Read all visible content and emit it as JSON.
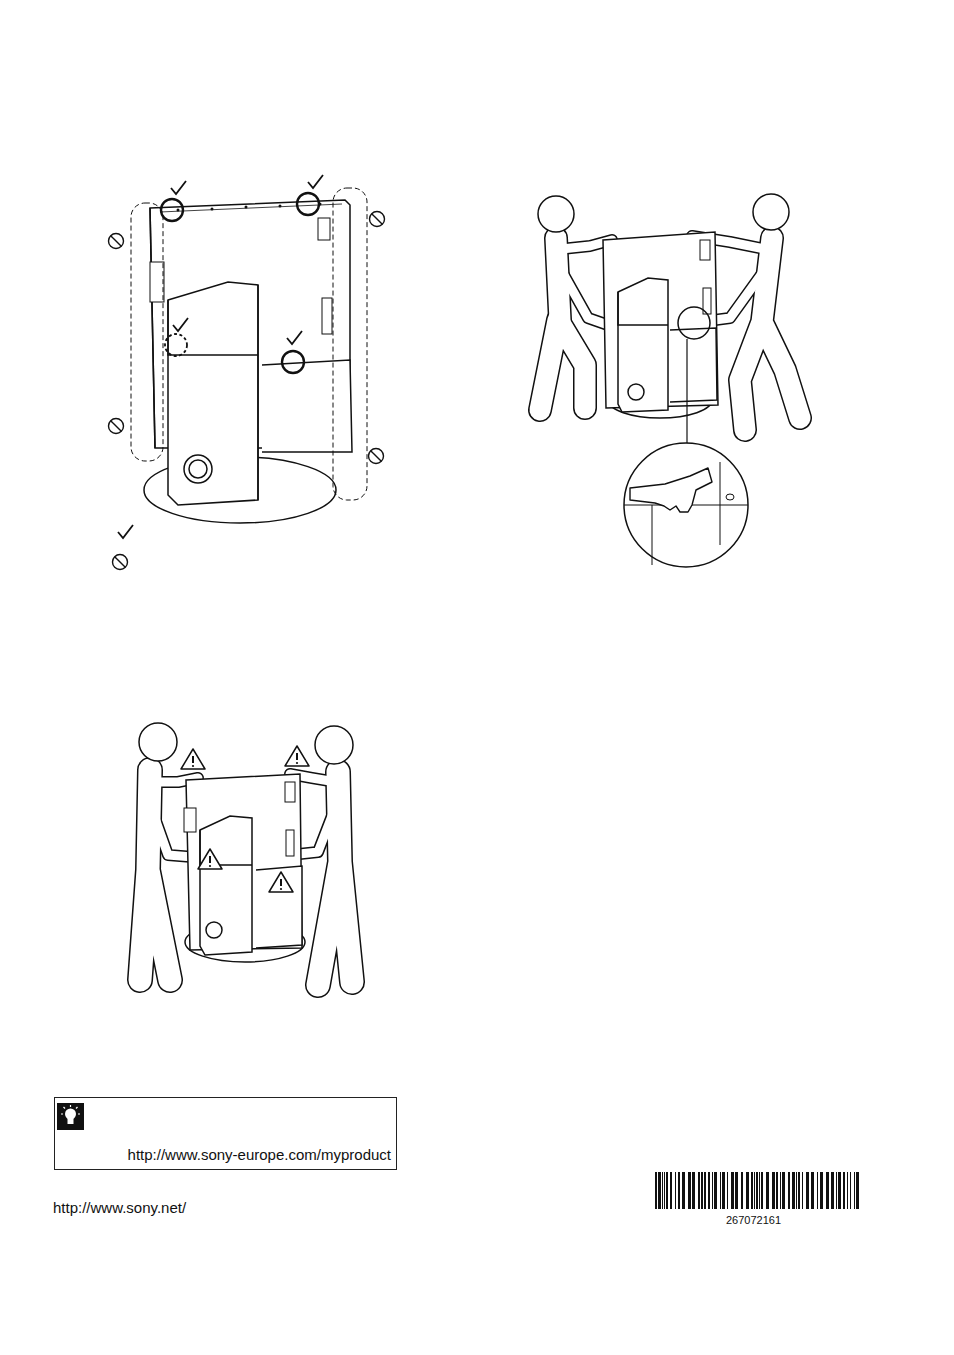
{
  "diagram": {
    "nodes": [
      {
        "text": [
          "http://www.sony-europe.com/myproduct"
        ]
      }
    ],
    "labels": [
      "http://www.sony.net/",
      "267072161"
    ]
  }
}
